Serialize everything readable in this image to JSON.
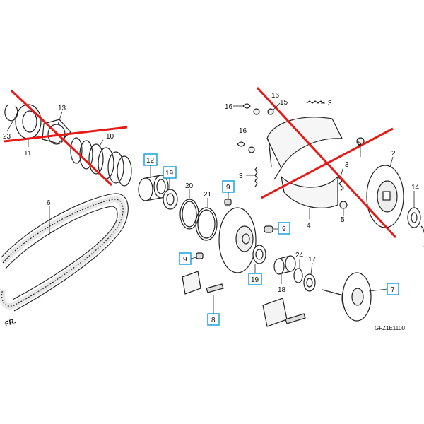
{
  "diagram": {
    "code": "GFZ1E1100",
    "edge_text": "FR.",
    "boxed_part_color": "#29a8dc",
    "cross_color": "#e41b17",
    "labels": {
      "p23": "23",
      "p11": "11",
      "p13": "13",
      "p10": "10",
      "p6": "6",
      "p12": "12",
      "p19a": "19",
      "p20": "20",
      "p21": "21",
      "p9a": "9",
      "p9b": "9",
      "p9c": "9",
      "p8": "8",
      "p19b": "19",
      "p18": "18",
      "p24": "24",
      "p17": "17",
      "p7": "7",
      "p16a": "16",
      "p15": "15",
      "p3a": "3",
      "p16b": "16",
      "p16c": "16",
      "p3b": "3",
      "p3c": "3",
      "p4": "4",
      "p5a": "5",
      "p5b": "5",
      "p2": "2",
      "p14": "14"
    }
  }
}
